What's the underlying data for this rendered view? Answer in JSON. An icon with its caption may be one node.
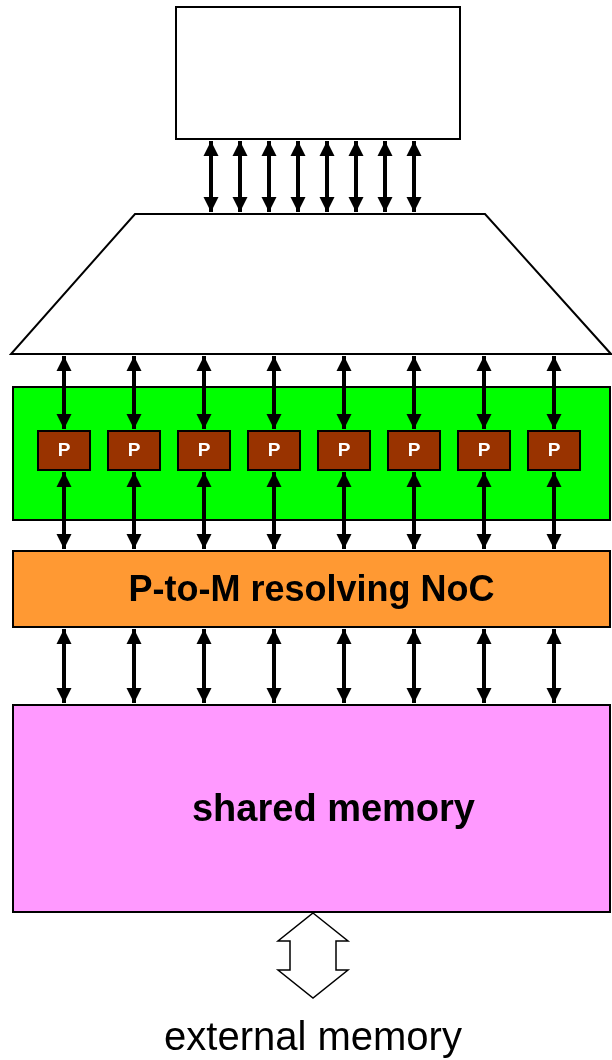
{
  "diagram": {
    "nodes": [
      {
        "text": [],
        "shape": "box"
      },
      {
        "text": [],
        "shape": "trapezoid"
      },
      {
        "text": [],
        "shape": "box"
      },
      {
        "text": [
          "P"
        ],
        "in": 2
      },
      {
        "text": [
          "P"
        ],
        "in": 2
      },
      {
        "text": [
          "P"
        ],
        "in": 2
      },
      {
        "text": [
          "P"
        ],
        "in": 2
      },
      {
        "text": [
          "P"
        ],
        "in": 2
      },
      {
        "text": [
          "P"
        ],
        "in": 2
      },
      {
        "text": [
          "P"
        ],
        "in": 2
      },
      {
        "text": [
          "P"
        ],
        "in": 2
      },
      {
        "text": [
          "P-to-M resolving NoC"
        ]
      },
      {
        "text": [
          "shared memory"
        ]
      },
      {
        "text": [
          "external memory"
        ]
      }
    ],
    "edges": [
      {
        "from": 0,
        "to": 1,
        "arrow": "both"
      },
      {
        "from": 0,
        "to": 1,
        "arrow": "both"
      },
      {
        "from": 0,
        "to": 1,
        "arrow": "both"
      },
      {
        "from": 0,
        "to": 1,
        "arrow": "both"
      },
      {
        "from": 0,
        "to": 1,
        "arrow": "both"
      },
      {
        "from": 0,
        "to": 1,
        "arrow": "both"
      },
      {
        "from": 0,
        "to": 1,
        "arrow": "both"
      },
      {
        "from": 0,
        "to": 1,
        "arrow": "both"
      },
      {
        "from": 1,
        "to": 3,
        "arrow": "both"
      },
      {
        "from": 1,
        "to": 4,
        "arrow": "both"
      },
      {
        "from": 1,
        "to": 5,
        "arrow": "both"
      },
      {
        "from": 1,
        "to": 6,
        "arrow": "both"
      },
      {
        "from": 1,
        "to": 7,
        "arrow": "both"
      },
      {
        "from": 1,
        "to": 8,
        "arrow": "both"
      },
      {
        "from": 1,
        "to": 9,
        "arrow": "both"
      },
      {
        "from": 1,
        "to": 10,
        "arrow": "both"
      },
      {
        "from": 3,
        "to": 11,
        "arrow": "both"
      },
      {
        "from": 4,
        "to": 11,
        "arrow": "both"
      },
      {
        "from": 5,
        "to": 11,
        "arrow": "both"
      },
      {
        "from": 6,
        "to": 11,
        "arrow": "both"
      },
      {
        "from": 7,
        "to": 11,
        "arrow": "both"
      },
      {
        "from": 8,
        "to": 11,
        "arrow": "both"
      },
      {
        "from": 9,
        "to": 11,
        "arrow": "both"
      },
      {
        "from": 10,
        "to": 11,
        "arrow": "both"
      },
      {
        "from": 11,
        "to": 12,
        "arrow": "both"
      },
      {
        "from": 11,
        "to": 12,
        "arrow": "both"
      },
      {
        "from": 11,
        "to": 12,
        "arrow": "both"
      },
      {
        "from": 11,
        "to": 12,
        "arrow": "both"
      },
      {
        "from": 11,
        "to": 12,
        "arrow": "both"
      },
      {
        "from": 11,
        "to": 12,
        "arrow": "both"
      },
      {
        "from": 11,
        "to": 12,
        "arrow": "both"
      },
      {
        "from": 11,
        "to": 12,
        "arrow": "both"
      },
      {
        "from": 12,
        "to": 13,
        "arrow": "both",
        "style": "thick"
      }
    ]
  }
}
